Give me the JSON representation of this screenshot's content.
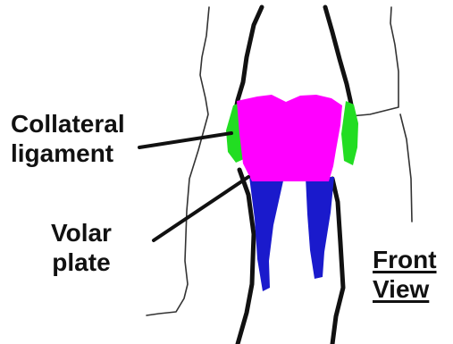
{
  "labels": {
    "collateral_ligament": [
      "Collateral",
      "ligament"
    ],
    "volar_plate": [
      "Volar",
      "plate"
    ],
    "view": [
      "Front",
      "View"
    ]
  },
  "colors": {
    "background": "#ffffff",
    "joint_capsule": "#ff00ff",
    "collateral_ligament": "#22dd22",
    "volar_plate": "#1a1acc",
    "bone_outline": "#111111",
    "finger_outline": "#333333"
  }
}
